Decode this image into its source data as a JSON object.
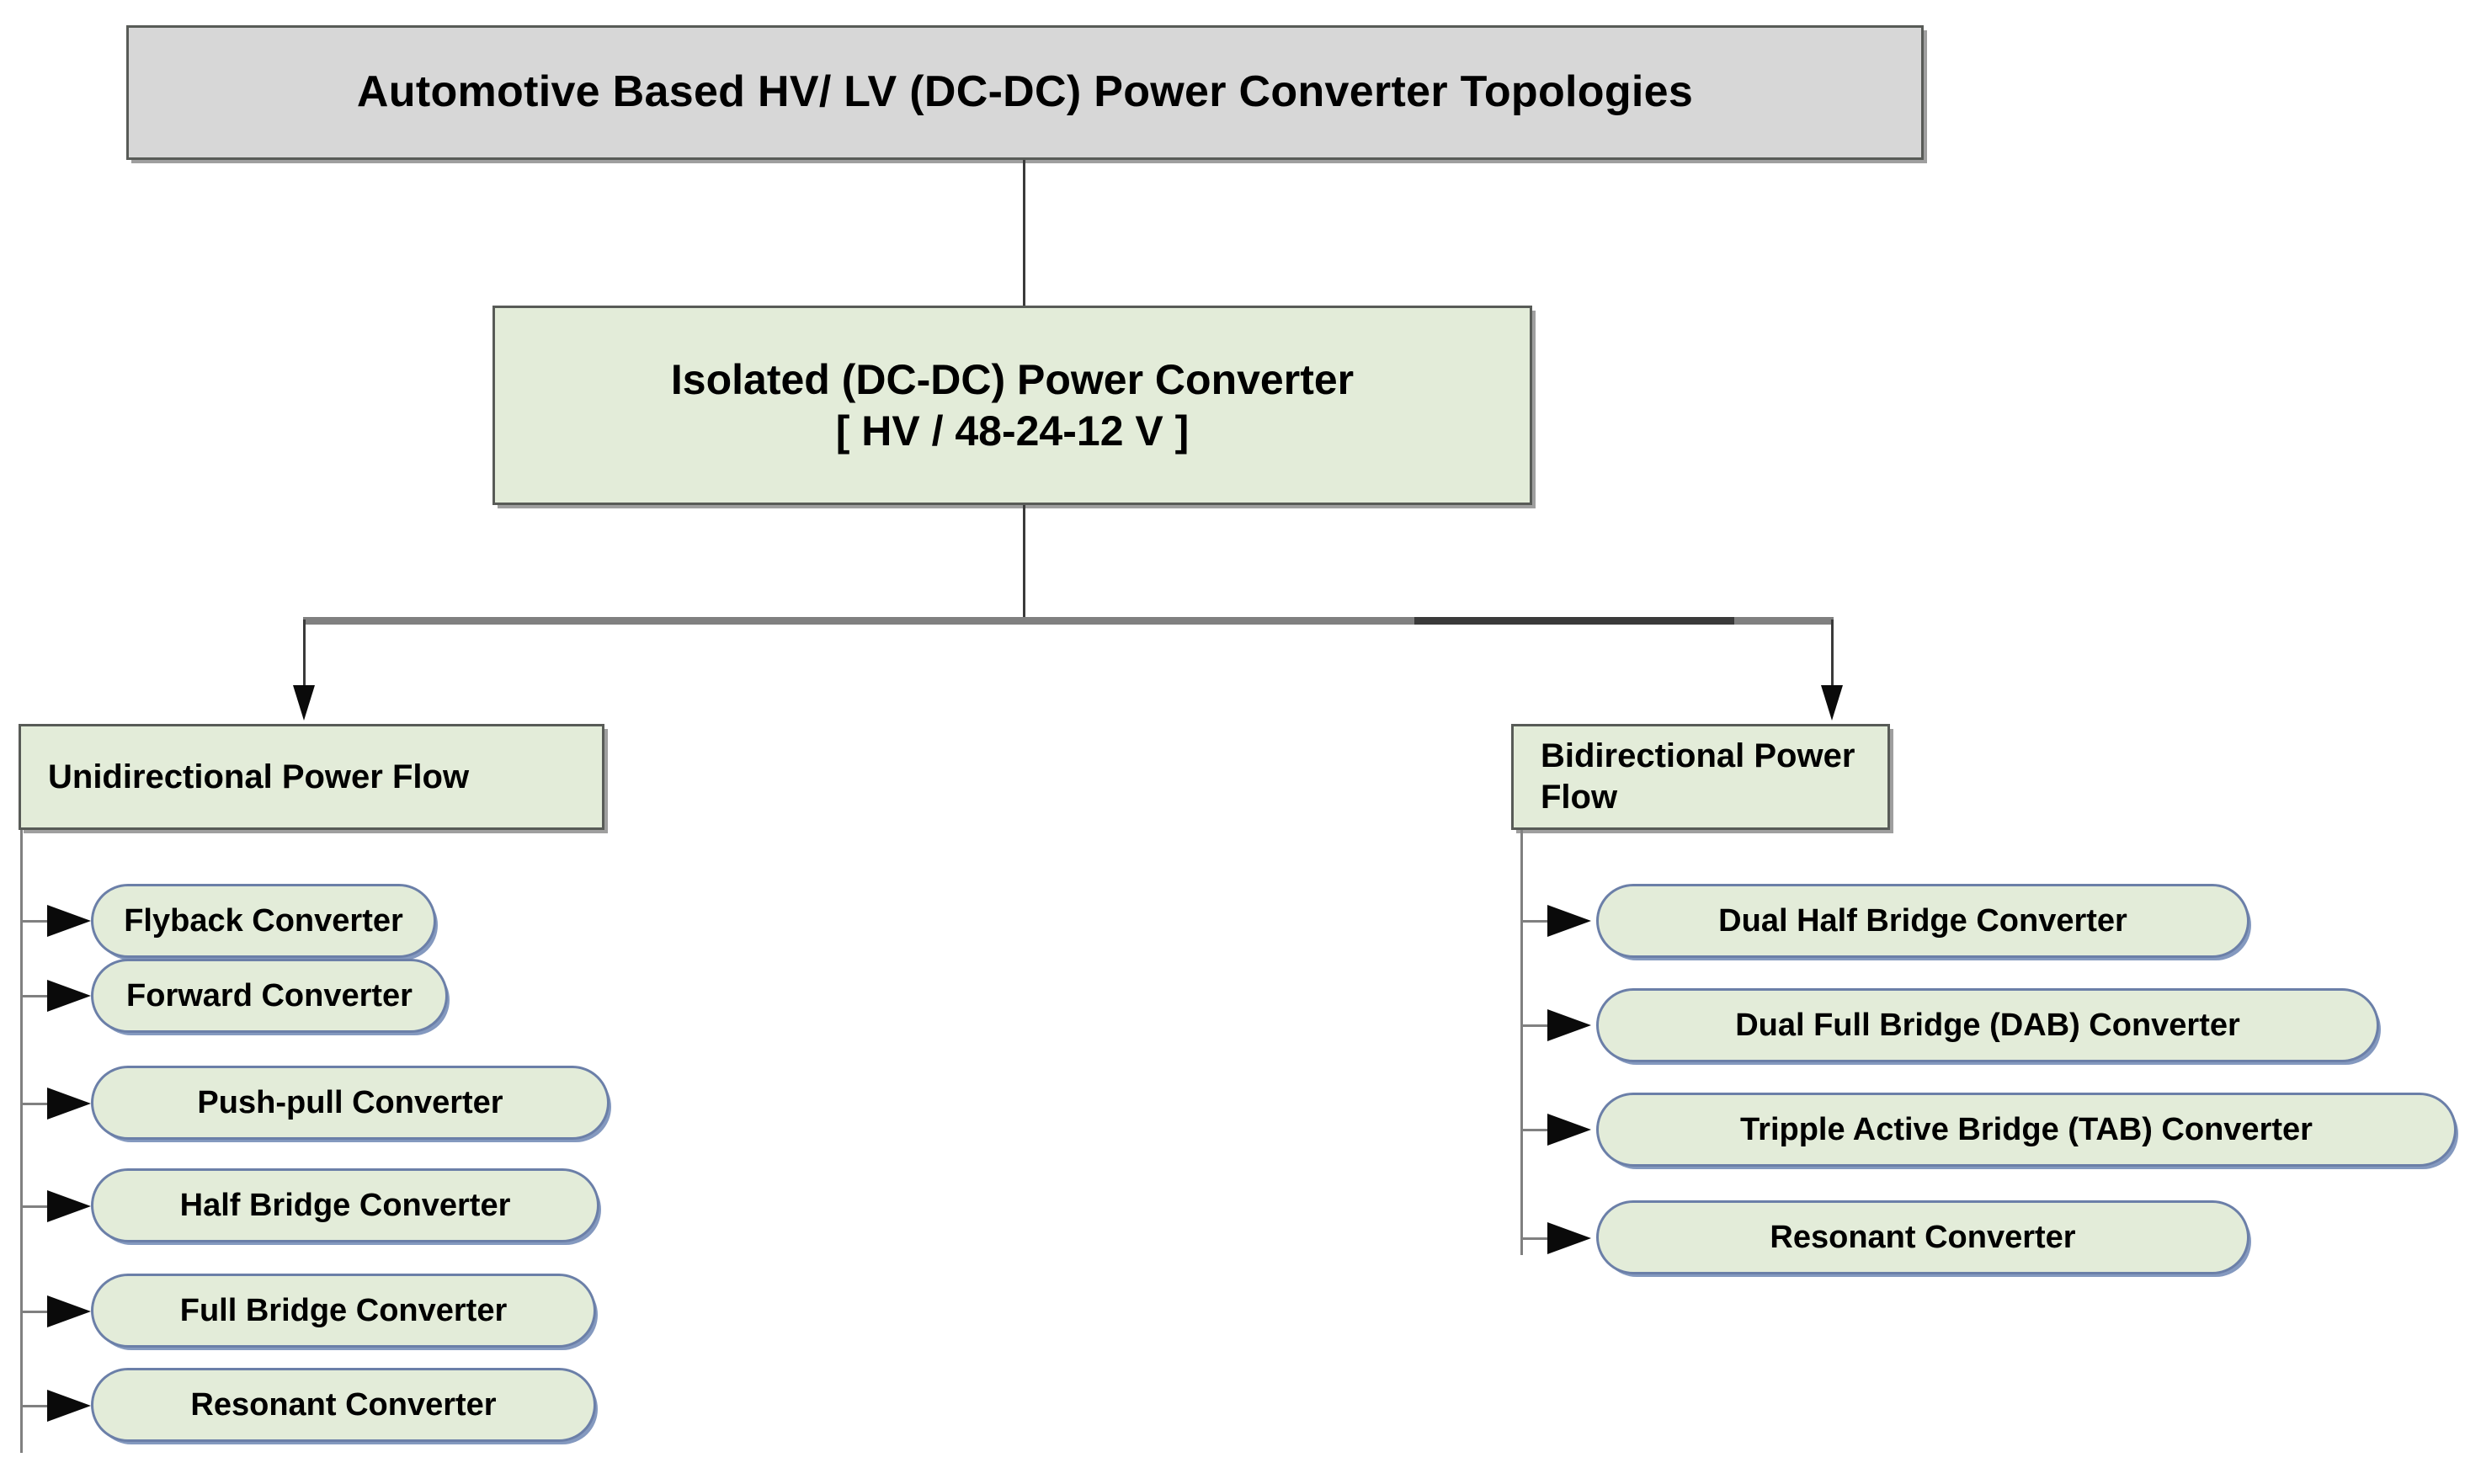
{
  "diagram": {
    "title": "Automotive Based HV/ LV  (DC-DC) Power Converter Topologies",
    "type": "tree-hierarchy",
    "colors": {
      "root_fill": "#d7d7d7",
      "node_fill": "#e3ecd9",
      "rect_border": "#585b57",
      "pill_border": "#6b7fa8",
      "connector": "#808080",
      "arrow": "#0a0a0a",
      "text": "#000000",
      "background": "#ffffff"
    },
    "root": {
      "label": "Automotive Based HV/ LV  (DC-DC) Power Converter Topologies"
    },
    "level2": {
      "line1": "Isolated (DC-DC) Power Converter",
      "line2": "[ HV / 48-24-12 V ]"
    },
    "branches": [
      {
        "label": "Unidirectional Power Flow",
        "children": [
          {
            "label": "Flyback Converter"
          },
          {
            "label": "Forward Converter"
          },
          {
            "label": "Push-pull Converter"
          },
          {
            "label": "Half Bridge Converter"
          },
          {
            "label": "Full Bridge Converter"
          },
          {
            "label": "Resonant Converter"
          }
        ]
      },
      {
        "label": "Bidirectional Power Flow",
        "children": [
          {
            "label": "Dual Half Bridge Converter"
          },
          {
            "label": "Dual Full Bridge (DAB) Converter"
          },
          {
            "label": "Tripple Active Bridge (TAB) Converter"
          },
          {
            "label": "Resonant Converter"
          }
        ]
      }
    ]
  }
}
